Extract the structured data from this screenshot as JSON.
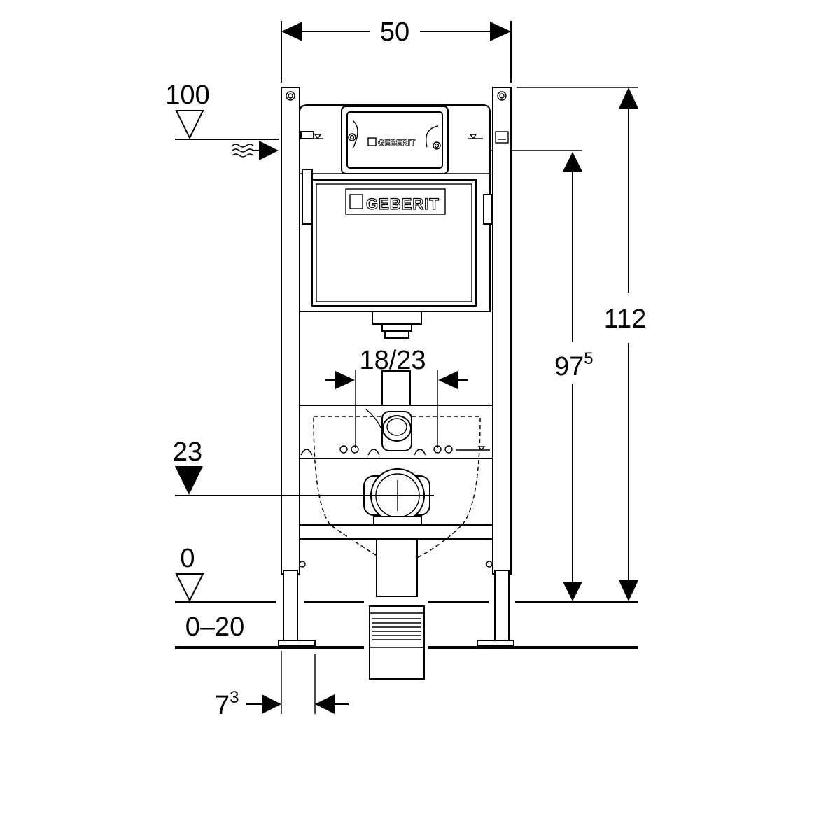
{
  "diagram": {
    "brand": "GEBERIT",
    "dimensions": {
      "width": "50",
      "flush_height": "100",
      "total_height": "112",
      "cistern_height_main": "97",
      "cistern_height_sup": "5",
      "bolt_spacing": "18/23",
      "waste_height": "23",
      "floor_level": "0",
      "floor_adjust": "0–20",
      "foot_depth_main": "7",
      "foot_depth_sup": "3"
    }
  }
}
